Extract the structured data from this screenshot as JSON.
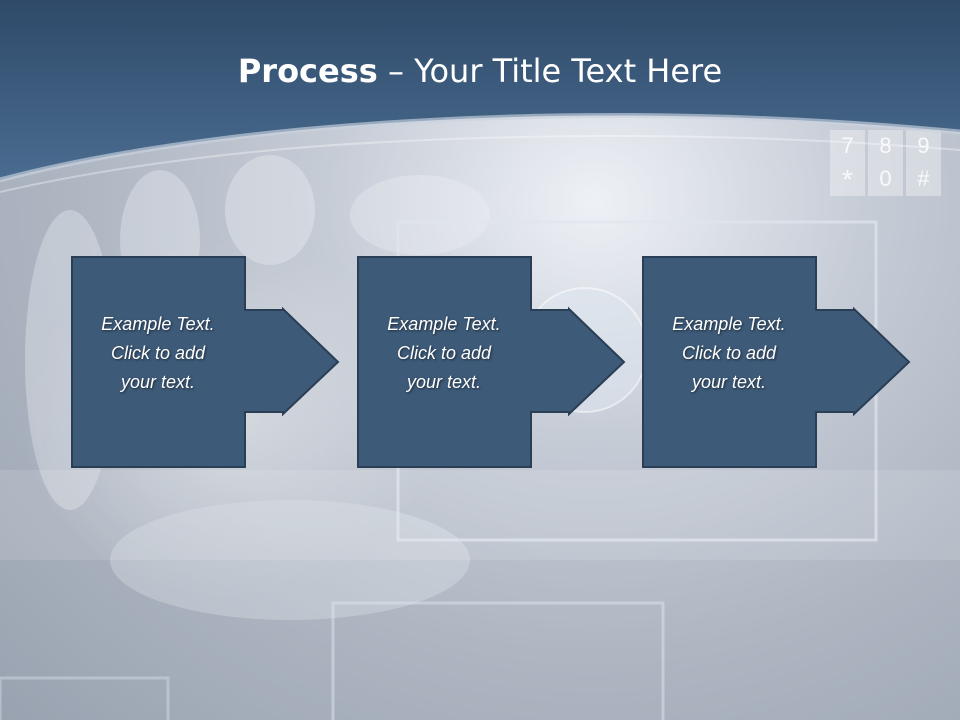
{
  "slide": {
    "title_bold": "Process",
    "title_rest": " – Your Title Text Here"
  },
  "steps": [
    {
      "lines": [
        "Example Text.",
        "Click  to add",
        "your text."
      ]
    },
    {
      "lines": [
        "Example Text.",
        "Click  to add",
        "your text."
      ]
    },
    {
      "lines": [
        "Example Text.",
        "Click  to add",
        "your text."
      ]
    }
  ],
  "keypad": {
    "row1": [
      "7",
      "8",
      "9"
    ],
    "row2": [
      "*",
      "0",
      "#"
    ]
  },
  "colors": {
    "banner": "#3f5f80",
    "step_fill": "#3d5a78",
    "step_stroke": "#2a3e55"
  }
}
